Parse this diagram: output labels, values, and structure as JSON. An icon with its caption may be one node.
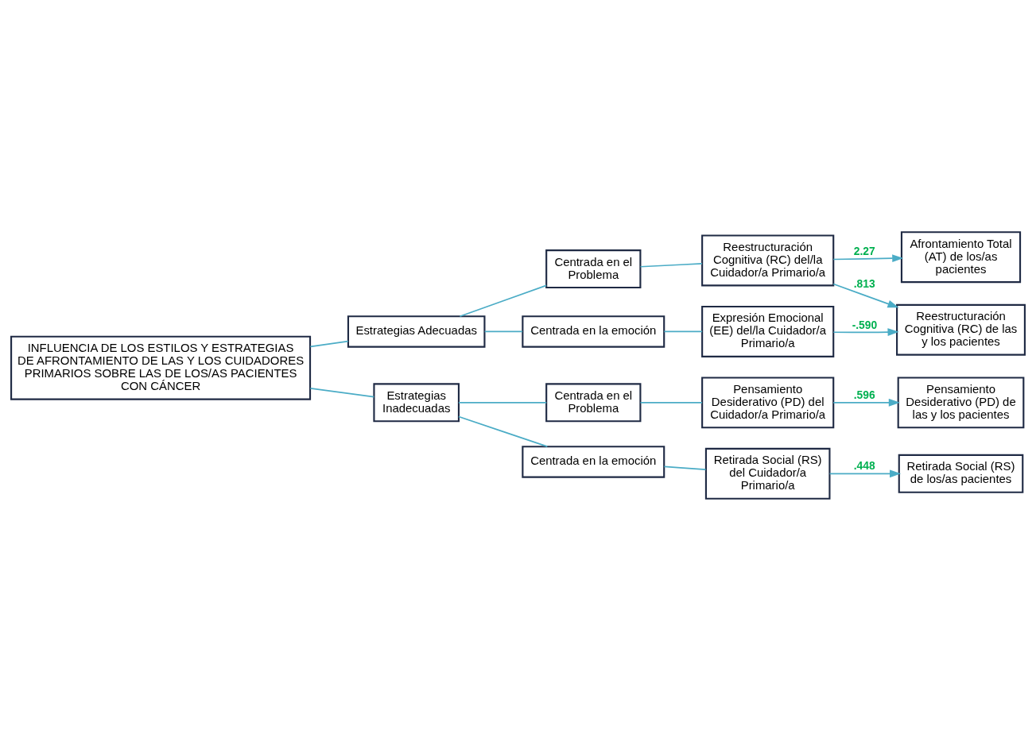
{
  "diagram": {
    "nodes": [
      {
        "text": [
          "INFLUENCIA DE LOS ESTILOS Y ESTRATEGIAS DE AFRONTAMIENTO DE LAS Y LOS CUIDADORES PRIMARIOS SOBRE LAS DE LOS/AS PACIENTES CON CÁNCER"
        ]
      },
      {
        "text": [
          "Estrategias Adecuadas"
        ]
      },
      {
        "text": [
          "Centrada en el Problema"
        ]
      },
      {
        "text": [
          "Centrada en la emoción"
        ]
      },
      {
        "text": [
          "Reestructuración Cognitiva (RC) del/la Cuidador/a Primario/a"
        ]
      },
      {
        "text": [
          "Expresión Emocional (EE) del/la Cuidador/a Primario/a"
        ]
      },
      {
        "text": [
          "Afrontamiento Total (AT) de los/as pacientes"
        ]
      },
      {
        "text": [
          "Reestructuración Cognitiva (RC) de las y los pacientes"
        ]
      },
      {
        "text": [
          "Estrategias Inadecuadas"
        ]
      },
      {
        "text": [
          "Centrada en el Problema"
        ]
      },
      {
        "text": [
          "Centrada en la emoción"
        ]
      },
      {
        "text": [
          "Pensamiento Desiderativo (PD) del Cuidador/a Primario/a"
        ]
      },
      {
        "text": [
          "Retirada Social (RS) del Cuidador/a Primario/a"
        ]
      },
      {
        "text": [
          "Pensamiento Desiderativo (PD) de las y los pacientes"
        ]
      },
      {
        "text": [
          "Retirada Social (RS) de los/as pacientes"
        ]
      }
    ],
    "edges": [
      {
        "from": 0,
        "to": 1,
        "arrow": "none"
      },
      {
        "from": 0,
        "to": 8,
        "arrow": "none"
      },
      {
        "from": 1,
        "to": 2,
        "arrow": "none"
      },
      {
        "from": 1,
        "to": 3,
        "arrow": "none"
      },
      {
        "from": 2,
        "to": 4,
        "arrow": "none"
      },
      {
        "from": 3,
        "to": 5,
        "arrow": "none"
      },
      {
        "from": 4,
        "to": 6,
        "arrow": "to",
        "label": "2.27"
      },
      {
        "from": 4,
        "to": 7,
        "arrow": "to",
        "label": ".813"
      },
      {
        "from": 5,
        "to": 7,
        "arrow": "to",
        "label": "-.590"
      },
      {
        "from": 8,
        "to": 9,
        "arrow": "none"
      },
      {
        "from": 8,
        "to": 10,
        "arrow": "none"
      },
      {
        "from": 9,
        "to": 11,
        "arrow": "none"
      },
      {
        "from": 10,
        "to": 12,
        "arrow": "none"
      },
      {
        "from": 11,
        "to": 13,
        "arrow": "to",
        "label": ".596"
      },
      {
        "from": 12,
        "to": 14,
        "arrow": "to",
        "label": ".448"
      }
    ]
  }
}
